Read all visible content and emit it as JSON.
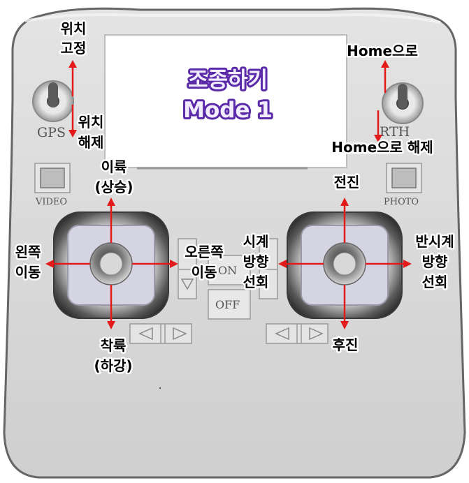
{
  "screen": {
    "title_line1": "조종하기",
    "title_line2": "Mode 1"
  },
  "switches": {
    "gps_label": "GPS",
    "rth_label": "RTH"
  },
  "buttons": {
    "video": "VIDEO",
    "photo": "PHOTO",
    "on": "ON",
    "off": "OFF"
  },
  "labels": {
    "pos_hold_1": "위치",
    "pos_hold_2": "고정",
    "pos_release_1": "위치",
    "pos_release_2": "해제",
    "home": "Home으로",
    "home_release": "Home으로 해제",
    "takeoff_1": "이륙",
    "takeoff_2": "(상승)",
    "land_1": "착륙",
    "land_2": "(하강)",
    "move_left_1": "왼쪽",
    "move_left_2": "이동",
    "move_right_1": "오른쪽",
    "move_right_2": "이동",
    "forward": "전진",
    "backward": "후진",
    "cw_1": "시계",
    "cw_2": "방향",
    "cw_3": "선회",
    "ccw_1": "반시계",
    "ccw_2": "방향",
    "ccw_3": "선회"
  },
  "colors": {
    "arrow": "#e21a1a",
    "body": "#d9d9d9",
    "screen": "#ffffff",
    "title_glow": "#5a2aa8"
  }
}
